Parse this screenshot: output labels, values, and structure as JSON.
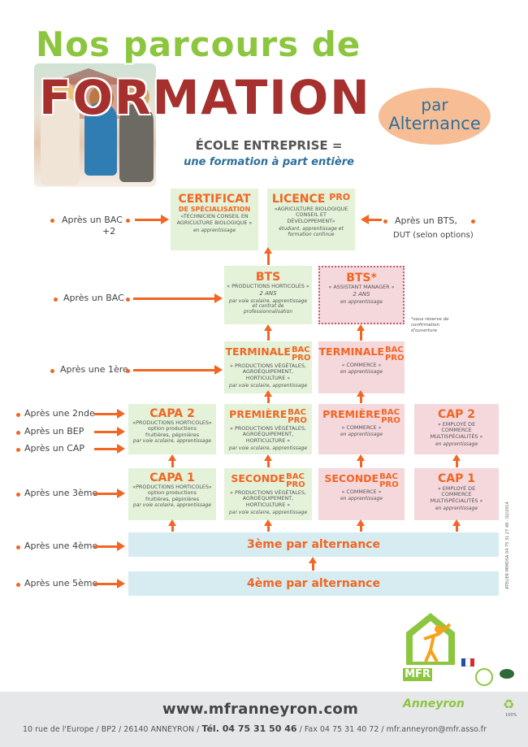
{
  "header": {
    "title_line1": "Nos parcours de",
    "title_line2": "FORMATION",
    "badge_line1": "par",
    "badge_line2": "Alternance",
    "subtitle_line1": "ÉCOLE ENTREPRISE =",
    "subtitle_line2": "une formation à part entière"
  },
  "entry_labels": {
    "apres_bac2_line1": "Après un BAC",
    "apres_bac2_line2": "+2",
    "apres_bts_line1": "Après un BTS,",
    "apres_bts_line2": "DUT (selon options)",
    "apres_bac": "Après un BAC",
    "apres_1ere": "Après une 1ère",
    "apres_2nde": "Après une 2nde",
    "apres_bep": "Après un BEP",
    "apres_cap": "Après un CAP",
    "apres_3eme": "Après une 3ème",
    "apres_4eme": "Après une 4ème",
    "apres_5eme": "Après une 5ème"
  },
  "boxes": {
    "certificat": {
      "title1": "CERTIFICAT",
      "title2": "DE SPÉCIALISATION",
      "sub": "«TECHNICIEN CONSEIL EN AGRICULTURE BIOLOGIQUE »",
      "note": "en apprentissage"
    },
    "licence": {
      "title": "LICENCE",
      "pro": "PRO",
      "sub": "«AGRICULTURE BIOLOGIQUE CONSEIL ET DÉVELOPPEMENT»",
      "note": "étudiant, apprentissage et formation continue"
    },
    "bts": {
      "title": "BTS",
      "sub": "« PRODUCTIONS HORTICOLES »",
      "duration": "2 ANS",
      "note": "par voie scolaire, apprentissage et contrat de professionnalisation"
    },
    "bts_am": {
      "title": "BTS*",
      "sub": "« ASSISTANT MANAGER »",
      "duration": "2 ANS",
      "note": "en apprentissage"
    },
    "bts_note": "*sous réserve de confirmation d'ouverture",
    "terminale_green": {
      "title": "TERMINALE",
      "bac": "BAC",
      "pro": "PRO",
      "sub": "« PRODUCTIONS VÉGÉTALES, AGROÉQUIPEMENT, HORTICULTURE »",
      "note": "par voie scolaire, apprentissage"
    },
    "terminale_pink": {
      "title": "TERMINALE",
      "bac": "BAC",
      "pro": "PRO",
      "sub": "« COMMERCE »",
      "note": "en apprentissage"
    },
    "capa2": {
      "title": "CAPA 2",
      "sub": "«PRODUCTIONS HORTICOLES»",
      "sub2": "option productions fruitières, pépinières",
      "note": "par voie scolaire, apprentissage"
    },
    "premiere_green": {
      "title": "PREMIÈRE",
      "bac": "BAC",
      "pro": "PRO",
      "sub": "« PRODUCTIONS VÉGÉTALES, AGROÉQUIPEMENT, HORTICULTURE »",
      "note": "par voie scolaire, apprentissage"
    },
    "premiere_pink": {
      "title": "PREMIÈRE",
      "bac": "BAC",
      "pro": "PRO",
      "sub": "« COMMERCE »",
      "note": "en apprentissage"
    },
    "cap2": {
      "title": "CAP 2",
      "sub": "« EMPLOYÉ DE COMMERCE MULTISPÉCIALITÉS »",
      "note": "en apprentissage"
    },
    "capa1": {
      "title": "CAPA 1",
      "sub": "«PRODUCTIONS HORTICOLES»",
      "sub2": "option productions fruitières, pépinières",
      "note": "par voie scolaire, apprentissage"
    },
    "seconde_green": {
      "title": "SECONDE",
      "bac": "BAC",
      "pro": "PRO",
      "sub": "« PRODUCTIONS VÉGÉTALES, AGROÉQUIPEMENT, HORTICULTURE »",
      "note": "par voie scolaire, apprentissage"
    },
    "seconde_pink": {
      "title": "SECONDE",
      "bac": "BAC",
      "pro": "PRO",
      "sub": "« COMMERCE »",
      "note": "en apprentissage"
    },
    "cap1": {
      "title": "CAP 1",
      "sub": "« EMPLOYÉ DE COMMERCE MULTISPÉCIALITÉS »",
      "note": "en apprentissage"
    },
    "band_3eme": "3ème par alternance",
    "band_4eme": "4ème par alternance"
  },
  "footer": {
    "url": "www.mfranneyron.com",
    "address": "10 rue de l'Europe / BP2 / 26140 ANNEYRON /",
    "tel": "Tél. 04 75 31 50 46",
    "fax_mail": "/ Fax 04 75 31 40 72 / mfr.anneyron@mfr.asso.fr",
    "logo_text": "MFR",
    "logo_name": "Anneyron",
    "recycle_pct": "100%",
    "print_ref": "ATELIER MIMOSA 04 75 31 27 48 · 02/2014"
  },
  "colors": {
    "orange": "#f26522",
    "green_box": "#e4f2d9",
    "pink_box": "#f5d8dc",
    "band": "#d7ecf1",
    "title_green": "#8cc63f",
    "title_red": "#a6302e"
  }
}
